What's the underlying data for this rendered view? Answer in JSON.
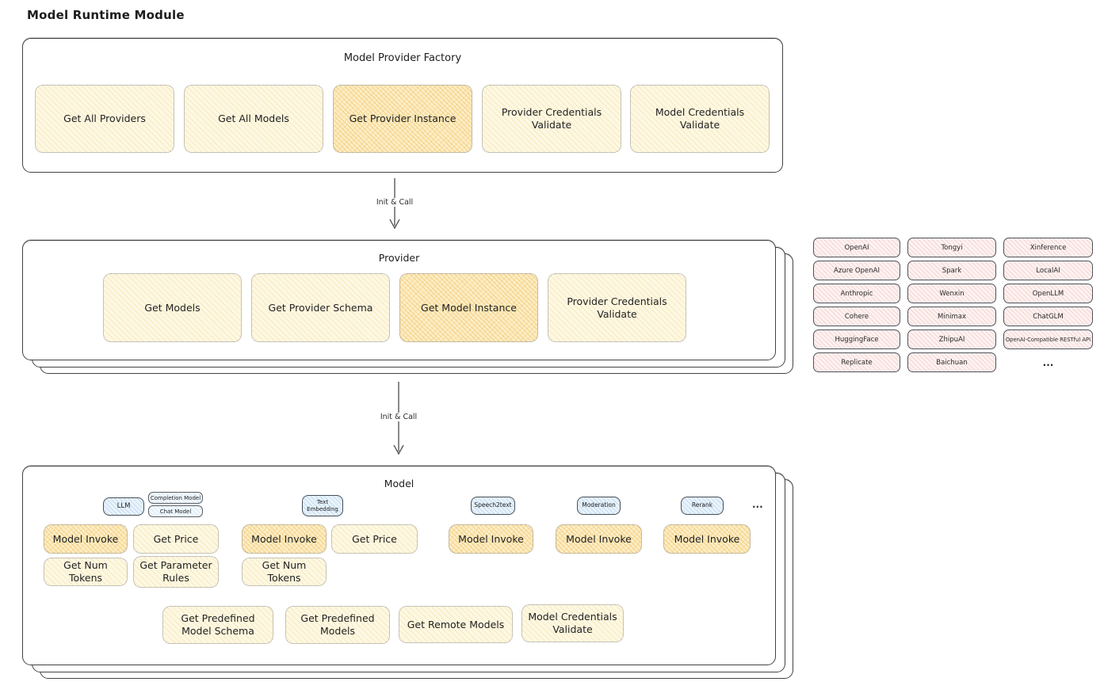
{
  "diagram_title": "Model Runtime Module",
  "colors": {
    "yellow_fill": "#fdf8e3",
    "yellow_hatch": "#f4d78c",
    "orange_fill": "#fceec6",
    "orange_hatch": "#f0bc5c",
    "pink_fill": "#fdf2f1",
    "pink_hatch": "#ebada8",
    "blue_fill": "#eaf3fb",
    "blue_hatch": "#96c3eb",
    "outline": "#424242"
  },
  "factory": {
    "title": "Model Provider Factory",
    "buttons": [
      {
        "label": "Get All Providers"
      },
      {
        "label": "Get All Models"
      },
      {
        "label": "Get Provider Instance"
      },
      {
        "label": "Provider Credentials Validate"
      },
      {
        "label": "Model Credentials Validate"
      }
    ]
  },
  "arrow1": {
    "label": "Init & Call"
  },
  "arrow2": {
    "label": "Init & Call"
  },
  "provider": {
    "title": "Provider",
    "buttons": [
      {
        "label": "Get Models"
      },
      {
        "label": "Get Provider Schema"
      },
      {
        "label": "Get Model Instance"
      },
      {
        "label": "Provider Credentials Validate"
      }
    ]
  },
  "providers": {
    "items": [
      "OpenAI",
      "Tongyi",
      "Xinference",
      "Azure OpenAI",
      "Spark",
      "LocalAI",
      "Anthropic",
      "Wenxin",
      "OpenLLM",
      "Cohere",
      "Minimax",
      "ChatGLM",
      "HuggingFace",
      "ZhipuAI",
      "OpenAI-Compatible RESTful API",
      "Replicate",
      "Baichuan"
    ],
    "more": "..."
  },
  "model": {
    "title": "Model",
    "tabs": {
      "llm": "LLM",
      "completion_model": "Completion Model",
      "chat_model": "Chat Model",
      "text_embedding": "Text Embedding",
      "speech2text": "Speech2text",
      "moderation": "Moderation",
      "rerank": "Rerank",
      "more": "..."
    },
    "buttons": {
      "llm_model_invoke": "Model Invoke",
      "llm_get_price": "Get Price",
      "llm_get_num_tokens": "Get Num Tokens",
      "llm_get_parameter_rules": "Get Parameter Rules",
      "te_model_invoke": "Model Invoke",
      "te_get_price": "Get Price",
      "te_get_num_tokens": "Get Num Tokens",
      "s2t_model_invoke": "Model Invoke",
      "mod_model_invoke": "Model Invoke",
      "rerank_model_invoke": "Model Invoke",
      "get_predefined_model_schema": "Get Predefined Model Schema",
      "get_predefined_models": "Get Predefined Models",
      "get_remote_models": "Get Remote Models",
      "model_credentials_validate": "Model Credentials Validate"
    }
  }
}
